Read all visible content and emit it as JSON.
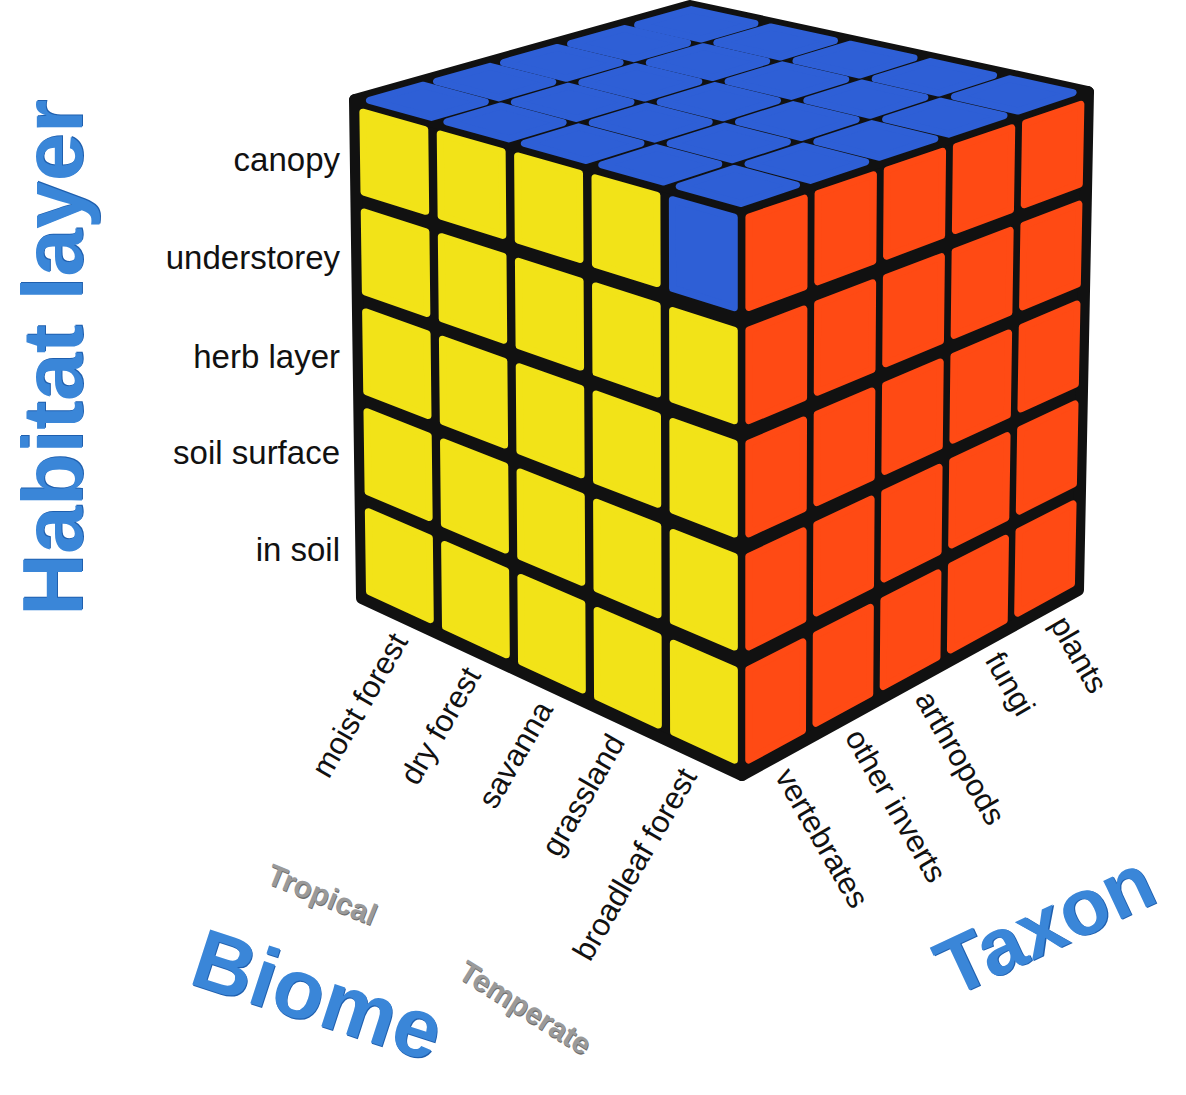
{
  "diagram": {
    "labels": [
      "Habitat layer",
      "canopy",
      "understorey",
      "herb layer",
      "soil surface",
      "in soil",
      "moist forest",
      "dry forest",
      "savanna",
      "grassland",
      "broadleaf forest",
      "vertebrates",
      "other inverts",
      "arthropods",
      "fungi",
      "plants",
      "Tropical",
      "Biome",
      "Temperate",
      "Taxon"
    ]
  }
}
